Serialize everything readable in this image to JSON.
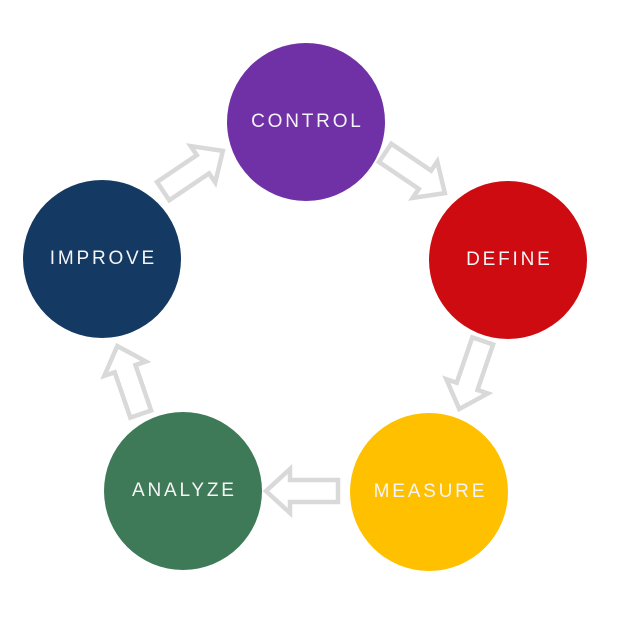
{
  "diagram": {
    "background": "#ffffff",
    "label_color": "#f5f4f6",
    "arrow_fill": "#ffffff",
    "arrow_outline": "#d9d9d9",
    "nodes": [
      {
        "id": "control",
        "label": "CONTROL",
        "color": "#7031a6"
      },
      {
        "id": "define",
        "label": "DEFINE",
        "color": "#ce0b10"
      },
      {
        "id": "measure",
        "label": "MEASURE",
        "color": "#ffc000"
      },
      {
        "id": "analyze",
        "label": "ANALYZE",
        "color": "#3e7a58"
      },
      {
        "id": "improve",
        "label": "IMPROVE",
        "color": "#143a63"
      }
    ],
    "arrows": [
      {
        "from": "improve",
        "to": "control"
      },
      {
        "from": "control",
        "to": "define"
      },
      {
        "from": "define",
        "to": "measure"
      },
      {
        "from": "measure",
        "to": "analyze"
      },
      {
        "from": "analyze",
        "to": "improve"
      }
    ]
  }
}
